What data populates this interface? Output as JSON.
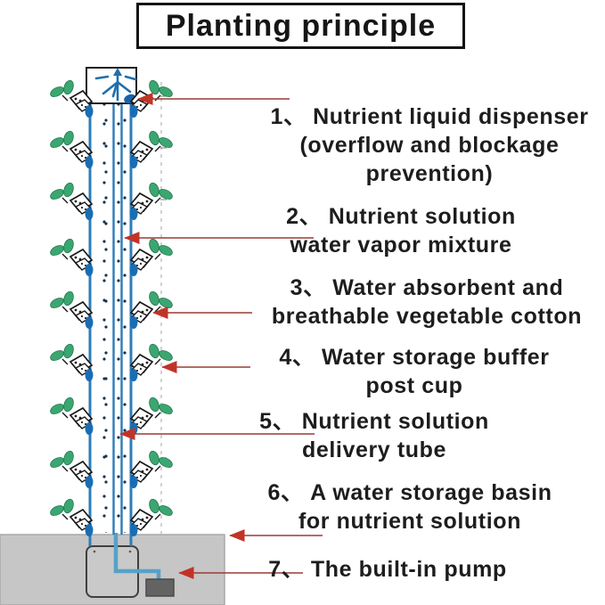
{
  "title": "Planting principle",
  "annotations": [
    {
      "lines": [
        "1、 Nutrient liquid dispenser",
        "(overflow and blockage",
        "prevention)"
      ]
    },
    {
      "lines": [
        "2、 Nutrient solution",
        "water vapor mixture"
      ]
    },
    {
      "lines": [
        "3、 Water absorbent and",
        "breathable vegetable cotton"
      ]
    },
    {
      "lines": [
        "4、 Water storage buffer",
        "post cup"
      ]
    },
    {
      "lines": [
        "5、 Nutrient solution",
        "delivery tube"
      ]
    },
    {
      "lines": [
        "6、 A water storage basin",
        "for nutrient solution"
      ]
    },
    {
      "lines": [
        "7、 The built-in pump"
      ]
    }
  ],
  "colors": {
    "tower_blue": "#2e7cb8",
    "pipe_blue": "#57a0c8",
    "blob_blue": "#1a6db3",
    "leaf_green": "#3ca671",
    "arrow_line_red": "#9a3c34",
    "arrowhead_red": "#c23327",
    "basin_gray": "#c6c6c6",
    "pump_gray": "#636363",
    "text_black": "#1d1d1d"
  },
  "parts": [
    "sprinkler-icon",
    "nutrient-dispenser-blob",
    "plant-site-cups",
    "center-delivery-tube",
    "vapor-dots",
    "measure-dashed-line",
    "water-storage-basin",
    "tower-sump",
    "built-in-pump",
    "pointer-arrows"
  ]
}
